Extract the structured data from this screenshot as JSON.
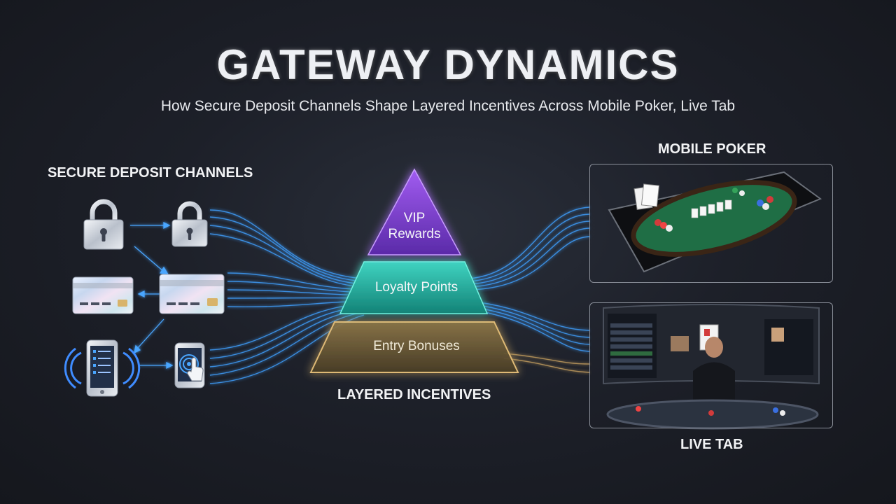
{
  "header": {
    "title": "GATEWAY DYNAMICS",
    "subtitle": "How Secure Deposit Channels Shape Layered Incentives Across Mobile Poker, Live Tab"
  },
  "sections": {
    "deposit": "SECURE DEPOSIT CHANNELS",
    "layered": "LAYERED INCENTIVES",
    "mobile": "MOBILE POKER",
    "live": "LIVE TAB"
  },
  "tiers": [
    {
      "label": "VIP\nRewards",
      "color": "#7b3fd0"
    },
    {
      "label": "Loyalty Points",
      "color": "#1fa89a"
    },
    {
      "label": "Entry Bonuses",
      "color": "#c9a866"
    }
  ],
  "icons": [
    "padlock-icon",
    "padlock-icon",
    "credit-card-icon",
    "credit-card-icon",
    "smartphone-wireless-icon",
    "smartphone-touch-icon"
  ],
  "colors": {
    "flow": "#3fa0ff",
    "flow_warm": "#e8b96a",
    "accent_bg": "#1d2029"
  }
}
